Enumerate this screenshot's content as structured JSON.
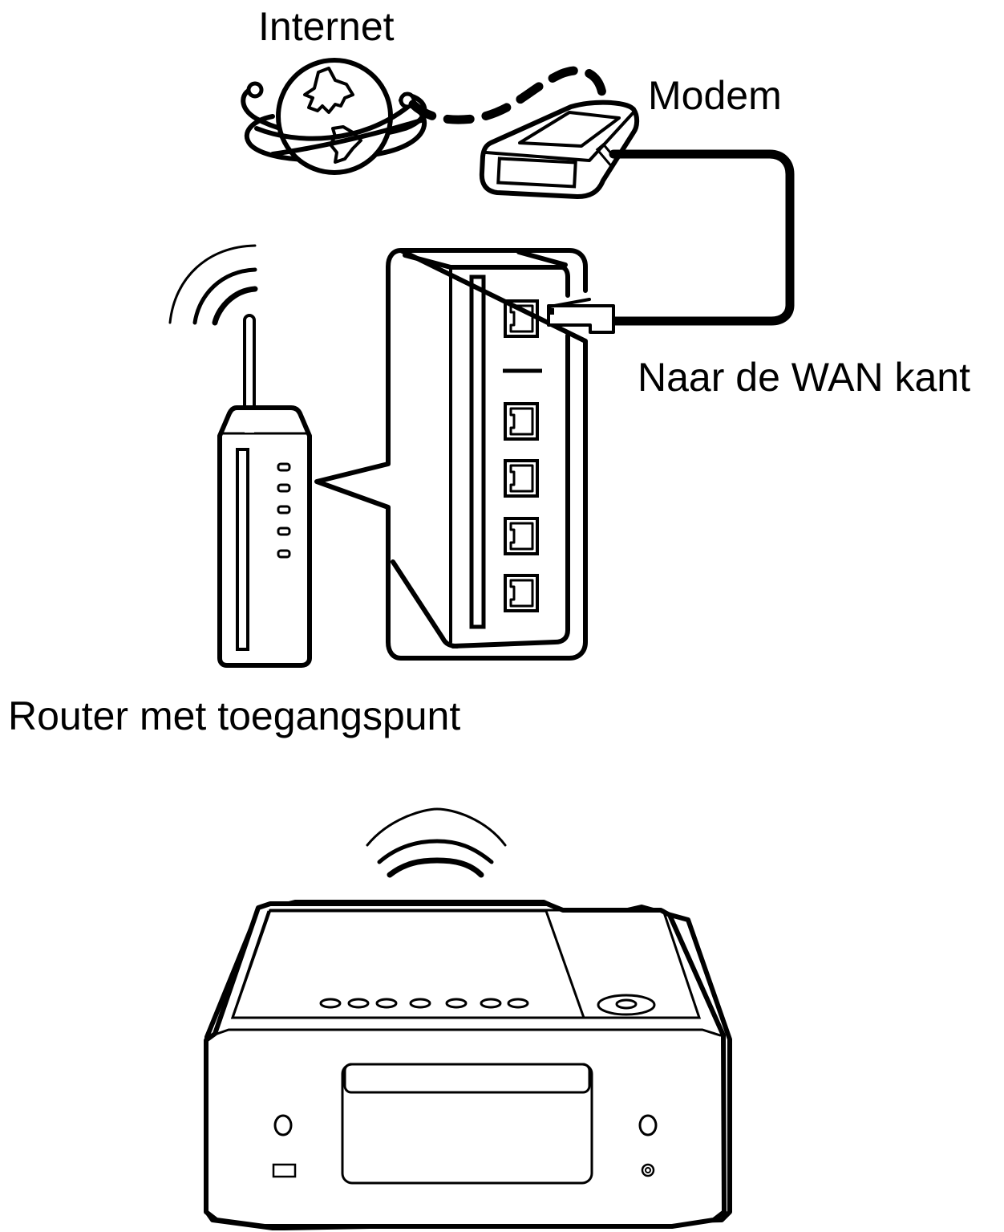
{
  "diagram": {
    "type": "network-connection",
    "labels": {
      "internet": "Internet",
      "modem": "Modem",
      "wan_side": "Naar de WAN kant",
      "router": "Router met toegangspunt"
    },
    "nodes": [
      {
        "id": "internet",
        "label": "Internet",
        "icon": "globe-icon"
      },
      {
        "id": "modem",
        "label": "Modem",
        "icon": "modem-icon"
      },
      {
        "id": "router",
        "label": "Router met toegangspunt",
        "icon": "wireless-router-icon",
        "lan_ports": 4,
        "wan_ports": 1,
        "leds": 5
      },
      {
        "id": "receiver",
        "label": "",
        "icon": "network-cd-receiver-icon"
      }
    ],
    "edges": [
      {
        "from": "internet",
        "to": "modem",
        "style": "dashed"
      },
      {
        "from": "modem",
        "to": "router",
        "style": "solid-cable",
        "port": "WAN",
        "label": "Naar de WAN kant"
      },
      {
        "from": "router",
        "to": "receiver",
        "style": "wireless"
      }
    ],
    "colors": {
      "line": "#000000",
      "background": "#ffffff"
    }
  }
}
